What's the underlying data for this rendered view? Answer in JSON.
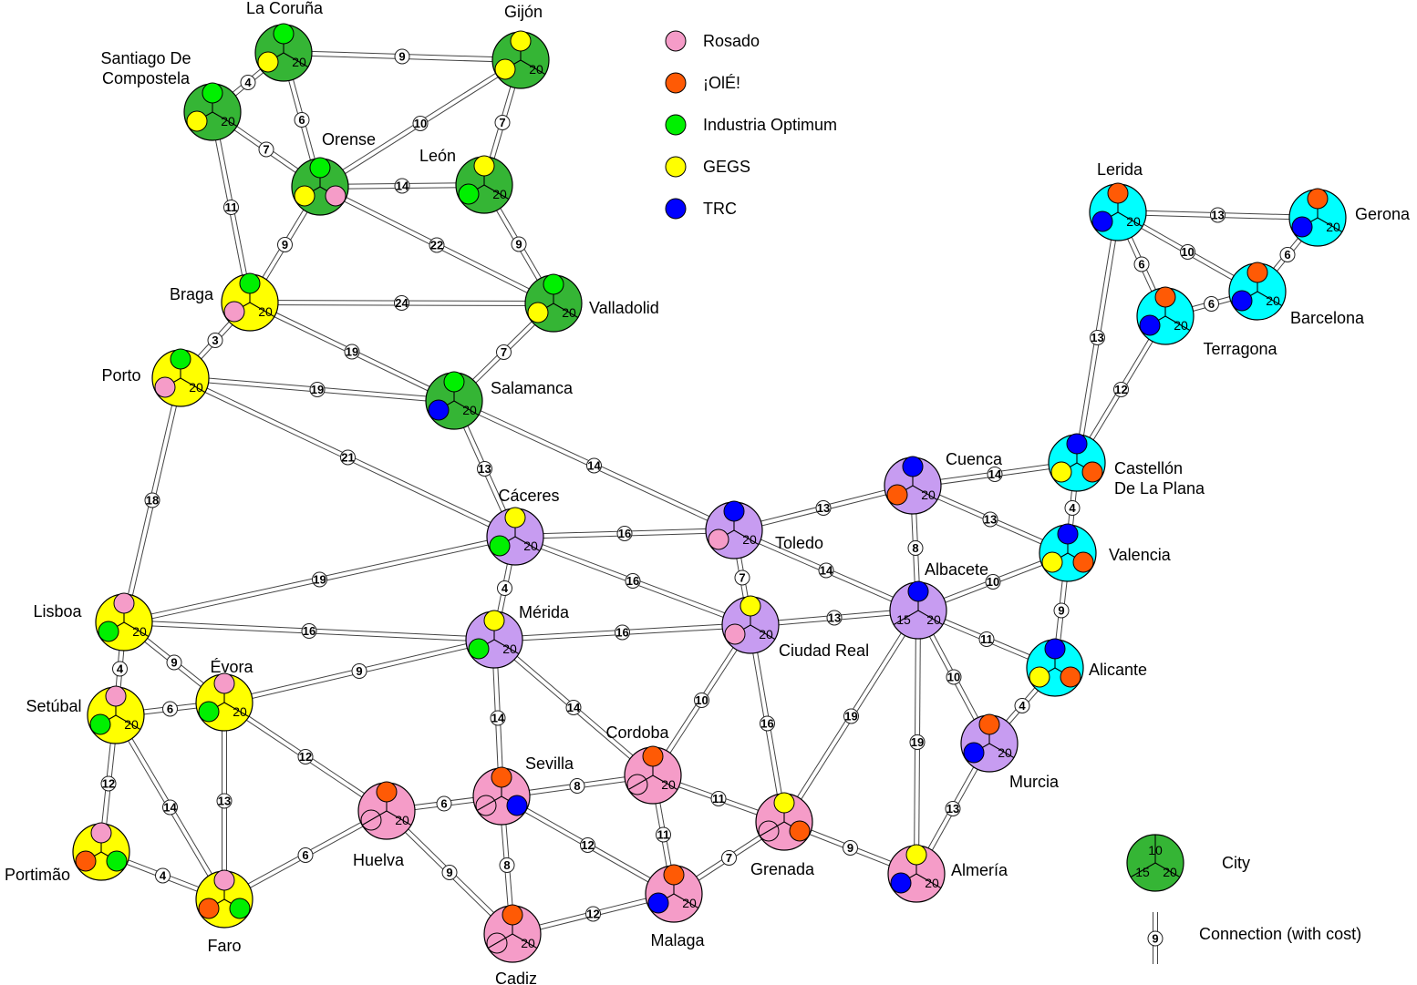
{
  "colors": {
    "regions": {
      "green": "#35b535",
      "yellow": "#ffff00",
      "purple": "#c79cf1",
      "pink": "#f59cc8",
      "cyan": "#00ffff"
    },
    "companies": {
      "pink": "#f59cc8",
      "orange": "#ff5a05",
      "green": "#00f000",
      "yellow": "#ffff00",
      "blue": "#0000ff",
      "empty": "none"
    }
  },
  "legend": {
    "companies": [
      {
        "label": "Rosado",
        "color": "pink"
      },
      {
        "label": "¡OlÉ!",
        "color": "orange"
      },
      {
        "label": "Industria Optimum",
        "color": "green"
      },
      {
        "label": "GEGS",
        "color": "yellow"
      },
      {
        "label": "TRC",
        "color": "blue"
      }
    ],
    "city_label": "City",
    "city_numbers": [
      "10",
      "15",
      "20"
    ],
    "connection_label": "Connection (with cost)",
    "connection_cost": "9"
  },
  "cities": [
    {
      "id": "lacoruna",
      "name": [
        "La Coruña"
      ],
      "region": "green",
      "slots": [
        "green",
        "yellow"
      ],
      "numbers": [
        "20"
      ]
    },
    {
      "id": "santiago",
      "name": [
        "Santiago De",
        "Compostela"
      ],
      "region": "green",
      "slots": [
        "green",
        "yellow"
      ],
      "numbers": [
        "20"
      ]
    },
    {
      "id": "gijon",
      "name": [
        "Gijón"
      ],
      "region": "green",
      "slots": [
        "yellow",
        "yellow"
      ],
      "numbers": [
        "20"
      ]
    },
    {
      "id": "orense",
      "name": [
        "Orense"
      ],
      "region": "green",
      "slots": [
        "green",
        "yellow",
        "pink"
      ],
      "numbers": []
    },
    {
      "id": "leon",
      "name": [
        "León"
      ],
      "region": "green",
      "slots": [
        "yellow",
        "green"
      ],
      "numbers": [
        "20"
      ]
    },
    {
      "id": "braga",
      "name": [
        "Braga"
      ],
      "region": "yellow",
      "slots": [
        "green",
        "pink"
      ],
      "numbers": [
        "20"
      ]
    },
    {
      "id": "valladolid",
      "name": [
        "Valladolid"
      ],
      "region": "green",
      "slots": [
        "green",
        "yellow"
      ],
      "numbers": [
        "20"
      ]
    },
    {
      "id": "porto",
      "name": [
        "Porto"
      ],
      "region": "yellow",
      "slots": [
        "green",
        "pink"
      ],
      "numbers": [
        "20"
      ]
    },
    {
      "id": "salamanca",
      "name": [
        "Salamanca"
      ],
      "region": "green",
      "slots": [
        "green",
        "blue"
      ],
      "numbers": [
        "20"
      ]
    },
    {
      "id": "caceres",
      "name": [
        "Cáceres"
      ],
      "region": "purple",
      "slots": [
        "yellow",
        "green"
      ],
      "numbers": [
        "20"
      ]
    },
    {
      "id": "toledo",
      "name": [
        "Toledo"
      ],
      "region": "purple",
      "slots": [
        "blue",
        "pink"
      ],
      "numbers": [
        "20"
      ]
    },
    {
      "id": "cuenca",
      "name": [
        "Cuenca"
      ],
      "region": "purple",
      "slots": [
        "blue",
        "orange"
      ],
      "numbers": [
        "20"
      ]
    },
    {
      "id": "lerida",
      "name": [
        "Lerida"
      ],
      "region": "cyan",
      "slots": [
        "orange",
        "blue"
      ],
      "numbers": [
        "20"
      ]
    },
    {
      "id": "gerona",
      "name": [
        "Gerona"
      ],
      "region": "cyan",
      "slots": [
        "orange",
        "blue"
      ],
      "numbers": [
        "20"
      ]
    },
    {
      "id": "barcelona",
      "name": [
        "Barcelona"
      ],
      "region": "cyan",
      "slots": [
        "orange",
        "blue"
      ],
      "numbers": [
        "20"
      ]
    },
    {
      "id": "terragona",
      "name": [
        "Terragona"
      ],
      "region": "cyan",
      "slots": [
        "orange",
        "blue"
      ],
      "numbers": [
        "20"
      ]
    },
    {
      "id": "castellon",
      "name": [
        "Castellón",
        "De La Plana"
      ],
      "region": "cyan",
      "slots": [
        "blue",
        "yellow",
        "orange"
      ],
      "numbers": []
    },
    {
      "id": "valencia",
      "name": [
        "Valencia"
      ],
      "region": "cyan",
      "slots": [
        "blue",
        "yellow",
        "orange"
      ],
      "numbers": []
    },
    {
      "id": "albacete",
      "name": [
        "Albacete"
      ],
      "region": "purple",
      "slots": [
        "blue"
      ],
      "numbers": [
        "15",
        "20"
      ]
    },
    {
      "id": "alicante",
      "name": [
        "Alicante"
      ],
      "region": "cyan",
      "slots": [
        "blue",
        "yellow",
        "orange"
      ],
      "numbers": []
    },
    {
      "id": "ciudadreal",
      "name": [
        "Ciudad Real"
      ],
      "region": "purple",
      "slots": [
        "yellow",
        "pink"
      ],
      "numbers": [
        "20"
      ]
    },
    {
      "id": "merida",
      "name": [
        "Mérida"
      ],
      "region": "purple",
      "slots": [
        "yellow",
        "green"
      ],
      "numbers": [
        "20"
      ]
    },
    {
      "id": "lisboa",
      "name": [
        "Lisboa"
      ],
      "region": "yellow",
      "slots": [
        "pink",
        "green"
      ],
      "numbers": [
        "20"
      ]
    },
    {
      "id": "evora",
      "name": [
        "Évora"
      ],
      "region": "yellow",
      "slots": [
        "pink",
        "green"
      ],
      "numbers": [
        "20"
      ]
    },
    {
      "id": "setubal",
      "name": [
        "Setúbal"
      ],
      "region": "yellow",
      "slots": [
        "pink",
        "green"
      ],
      "numbers": [
        "20"
      ]
    },
    {
      "id": "portimao",
      "name": [
        "Portimão"
      ],
      "region": "yellow",
      "slots": [
        "pink",
        "orange",
        "green"
      ],
      "numbers": []
    },
    {
      "id": "faro",
      "name": [
        "Faro"
      ],
      "region": "yellow",
      "slots": [
        "pink",
        "orange",
        "green"
      ],
      "numbers": []
    },
    {
      "id": "huelva",
      "name": [
        "Huelva"
      ],
      "region": "pink",
      "slots": [
        "orange",
        "empty"
      ],
      "numbers": [
        "20"
      ]
    },
    {
      "id": "sevilla",
      "name": [
        "Sevilla"
      ],
      "region": "pink",
      "slots": [
        "orange",
        "empty",
        "blue"
      ],
      "numbers": []
    },
    {
      "id": "cadiz",
      "name": [
        "Cadiz"
      ],
      "region": "pink",
      "slots": [
        "orange",
        "empty"
      ],
      "numbers": [
        "20"
      ]
    },
    {
      "id": "cordoba",
      "name": [
        "Cordoba"
      ],
      "region": "pink",
      "slots": [
        "orange",
        "empty"
      ],
      "numbers": [
        "20"
      ]
    },
    {
      "id": "malaga",
      "name": [
        "Malaga"
      ],
      "region": "pink",
      "slots": [
        "orange",
        "blue"
      ],
      "numbers": [
        "20"
      ]
    },
    {
      "id": "grenada",
      "name": [
        "Grenada"
      ],
      "region": "pink",
      "slots": [
        "yellow",
        "empty",
        "orange"
      ],
      "numbers": []
    },
    {
      "id": "almeria",
      "name": [
        "Almería"
      ],
      "region": "pink",
      "slots": [
        "yellow",
        "blue"
      ],
      "numbers": [
        "20"
      ]
    },
    {
      "id": "murcia",
      "name": [
        "Murcia"
      ],
      "region": "purple",
      "slots": [
        "orange",
        "blue"
      ],
      "numbers": [
        "20"
      ]
    }
  ],
  "connections": [
    {
      "from": "lacoruna",
      "to": "gijon",
      "cost": "9"
    },
    {
      "from": "lacoruna",
      "to": "santiago",
      "cost": "4"
    },
    {
      "from": "lacoruna",
      "to": "orense",
      "cost": "6"
    },
    {
      "from": "gijon",
      "to": "orense",
      "cost": "10"
    },
    {
      "from": "gijon",
      "to": "leon",
      "cost": "7"
    },
    {
      "from": "santiago",
      "to": "orense",
      "cost": "7"
    },
    {
      "from": "santiago",
      "to": "braga",
      "cost": "11"
    },
    {
      "from": "orense",
      "to": "leon",
      "cost": "14"
    },
    {
      "from": "orense",
      "to": "braga",
      "cost": "9"
    },
    {
      "from": "orense",
      "to": "valladolid",
      "cost": "22"
    },
    {
      "from": "leon",
      "to": "valladolid",
      "cost": "9"
    },
    {
      "from": "braga",
      "to": "valladolid",
      "cost": "24"
    },
    {
      "from": "braga",
      "to": "porto",
      "cost": "3"
    },
    {
      "from": "braga",
      "to": "salamanca",
      "cost": "19"
    },
    {
      "from": "valladolid",
      "to": "salamanca",
      "cost": "7"
    },
    {
      "from": "porto",
      "to": "salamanca",
      "cost": "19"
    },
    {
      "from": "porto",
      "to": "caceres",
      "cost": "21"
    },
    {
      "from": "porto",
      "to": "lisboa",
      "cost": "18"
    },
    {
      "from": "salamanca",
      "to": "caceres",
      "cost": "13"
    },
    {
      "from": "salamanca",
      "to": "toledo",
      "cost": "14"
    },
    {
      "from": "caceres",
      "to": "toledo",
      "cost": "16"
    },
    {
      "from": "caceres",
      "to": "lisboa",
      "cost": "19"
    },
    {
      "from": "caceres",
      "to": "merida",
      "cost": "4"
    },
    {
      "from": "caceres",
      "to": "ciudadreal",
      "cost": "16"
    },
    {
      "from": "toledo",
      "to": "cuenca",
      "cost": "13"
    },
    {
      "from": "toledo",
      "to": "ciudadreal",
      "cost": "7"
    },
    {
      "from": "toledo",
      "to": "albacete",
      "cost": "14"
    },
    {
      "from": "cuenca",
      "to": "castellon",
      "cost": "14"
    },
    {
      "from": "cuenca",
      "to": "valencia",
      "cost": "13"
    },
    {
      "from": "cuenca",
      "to": "albacete",
      "cost": "8"
    },
    {
      "from": "lerida",
      "to": "gerona",
      "cost": "13"
    },
    {
      "from": "lerida",
      "to": "barcelona",
      "cost": "10"
    },
    {
      "from": "lerida",
      "to": "terragona",
      "cost": "6"
    },
    {
      "from": "lerida",
      "to": "castellon",
      "cost": "13"
    },
    {
      "from": "gerona",
      "to": "barcelona",
      "cost": "6"
    },
    {
      "from": "barcelona",
      "to": "terragona",
      "cost": "6"
    },
    {
      "from": "terragona",
      "to": "castellon",
      "cost": "12"
    },
    {
      "from": "castellon",
      "to": "valencia",
      "cost": "4"
    },
    {
      "from": "valencia",
      "to": "albacete",
      "cost": "10"
    },
    {
      "from": "valencia",
      "to": "alicante",
      "cost": "9"
    },
    {
      "from": "albacete",
      "to": "alicante",
      "cost": "11"
    },
    {
      "from": "albacete",
      "to": "ciudadreal",
      "cost": "13"
    },
    {
      "from": "albacete",
      "to": "murcia",
      "cost": "10"
    },
    {
      "from": "albacete",
      "to": "almeria",
      "cost": "19"
    },
    {
      "from": "albacete",
      "to": "grenada",
      "cost": "19"
    },
    {
      "from": "alicante",
      "to": "murcia",
      "cost": "4"
    },
    {
      "from": "murcia",
      "to": "almeria",
      "cost": "13"
    },
    {
      "from": "ciudadreal",
      "to": "merida",
      "cost": "16"
    },
    {
      "from": "ciudadreal",
      "to": "cordoba",
      "cost": "10"
    },
    {
      "from": "ciudadreal",
      "to": "grenada",
      "cost": "16"
    },
    {
      "from": "lisboa",
      "to": "merida",
      "cost": "16"
    },
    {
      "from": "lisboa",
      "to": "setubal",
      "cost": "4"
    },
    {
      "from": "lisboa",
      "to": "evora",
      "cost": "9"
    },
    {
      "from": "merida",
      "to": "evora",
      "cost": "9"
    },
    {
      "from": "merida",
      "to": "sevilla",
      "cost": "14"
    },
    {
      "from": "merida",
      "to": "cordoba",
      "cost": "14"
    },
    {
      "from": "setubal",
      "to": "evora",
      "cost": "6"
    },
    {
      "from": "setubal",
      "to": "portimao",
      "cost": "12"
    },
    {
      "from": "setubal",
      "to": "faro",
      "cost": "14"
    },
    {
      "from": "evora",
      "to": "faro",
      "cost": "13"
    },
    {
      "from": "evora",
      "to": "huelva",
      "cost": "12"
    },
    {
      "from": "portimao",
      "to": "faro",
      "cost": "4"
    },
    {
      "from": "faro",
      "to": "huelva",
      "cost": "6"
    },
    {
      "from": "huelva",
      "to": "sevilla",
      "cost": "6"
    },
    {
      "from": "huelva",
      "to": "cadiz",
      "cost": "9"
    },
    {
      "from": "sevilla",
      "to": "cordoba",
      "cost": "8"
    },
    {
      "from": "sevilla",
      "to": "cadiz",
      "cost": "8"
    },
    {
      "from": "sevilla",
      "to": "malaga",
      "cost": "12"
    },
    {
      "from": "cadiz",
      "to": "malaga",
      "cost": "12"
    },
    {
      "from": "cordoba",
      "to": "malaga",
      "cost": "11"
    },
    {
      "from": "cordoba",
      "to": "grenada",
      "cost": "11"
    },
    {
      "from": "malaga",
      "to": "grenada",
      "cost": "7"
    },
    {
      "from": "grenada",
      "to": "almeria",
      "cost": "9"
    }
  ]
}
